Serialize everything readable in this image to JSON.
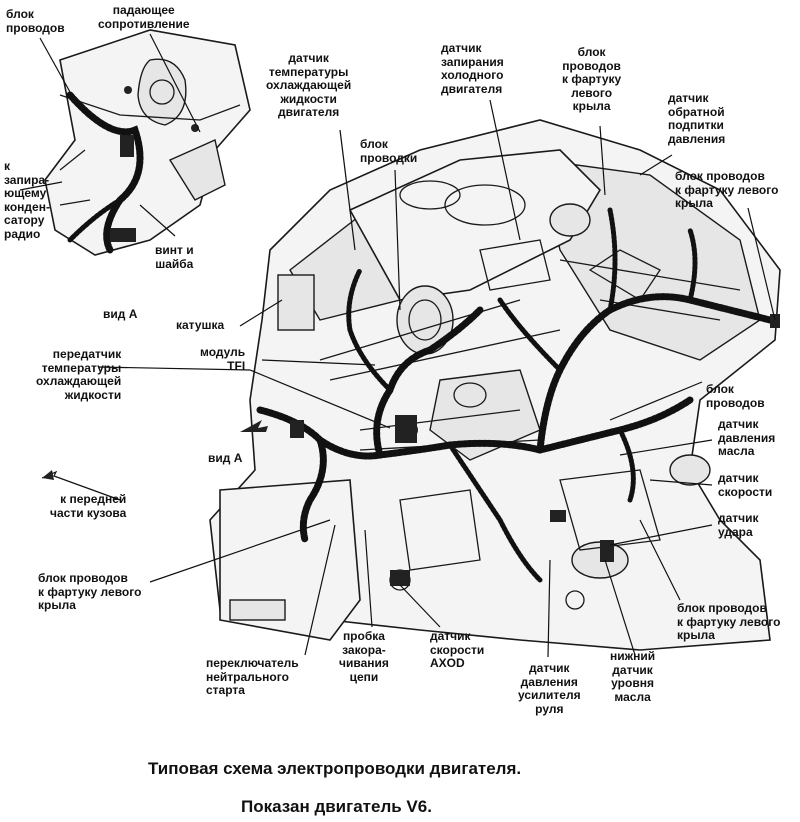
{
  "labels": {
    "wire_block_a": "блок\nпроводов",
    "drop_resistor": "падающее\nсопротивление",
    "to_radio_capacitor": "к\nзапира-\nющему\nконден-\nсатору\nрадио",
    "screw_washer": "винт и\nшайба",
    "view_a_title": "вид А",
    "coolant_temp_sensor": "датчик\nтемпературы\nохлаждающей\nжидкости\nдвигателя",
    "wiring_block_top": "блок\nпроводки",
    "cold_lock_sensor": "датчик\nзапирания\nхолодного\nдвигателя",
    "wire_block_left_fender_top": "блок\nпроводов\nк фартуку\nлевого\nкрыла",
    "back_pressure_sensor": "датчик\nобратной\nподпитки\nдавления",
    "wire_block_left_fender_right": "блок проводов\nк фартуку левого\nкрыла",
    "coil": "катушка",
    "tfi_module": "модуль\nTFI",
    "coolant_temp_sender": "передатчик\nтемпературы\nохлаждающей\nжидкости",
    "view_a_arrow": "вид А",
    "to_body_front": "к передней\nчасти кузова",
    "wire_block_right": "блок\nпроводов",
    "oil_pressure_sensor": "датчик\nдавления\nмасла",
    "speed_sensor": "датчик\nскорости",
    "knock_sensor": "датчик\nудара",
    "wire_block_left_fender_left": "блок проводов\nк фартуку левого\nкрыла",
    "wire_block_left_fender_bottom": "блок проводов\nк фартуку левого\nкрыла",
    "neutral_start_switch": "переключатель\nнейтрального\nстарта",
    "chain_plug": "пробка\nзакора-\nчивания\nцепи",
    "axod_speed_sensor": "датчик\nскорости\nAXOD",
    "steering_pressure_sensor": "датчик\nдавления\nусилителя\nруля",
    "lower_oil_level_sensor": "нижний\nдатчик\nуровня\nмасла"
  },
  "caption": {
    "line1": "Типовая схема электропроводки двигателя.",
    "line2": "Показан двигатель V6."
  }
}
